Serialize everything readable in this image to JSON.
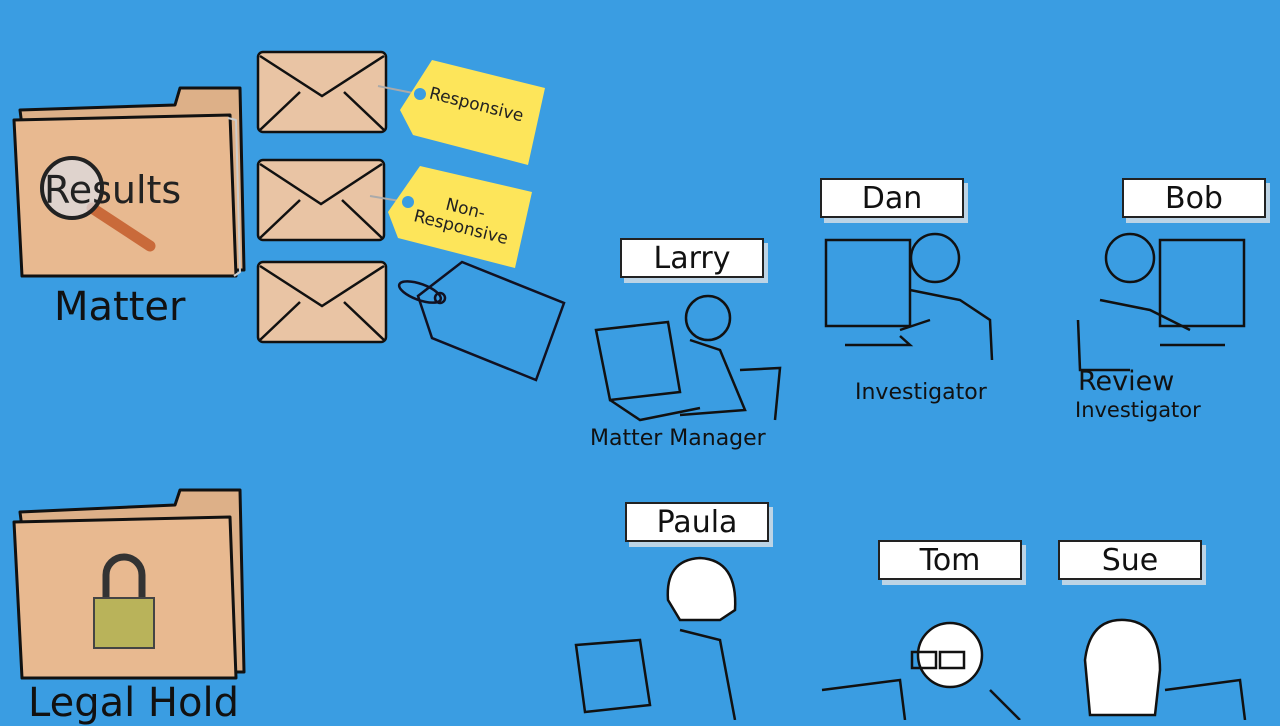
{
  "folders": {
    "matter": {
      "inner_label": "Results",
      "caption": "Matter"
    },
    "legal_hold": {
      "caption": "Legal Hold"
    }
  },
  "tags": [
    {
      "label": "Responsive",
      "color": "#fde55a"
    },
    {
      "label_line1": "Non-",
      "label_line2": "Responsive",
      "color": "#fde55a"
    },
    {
      "label": "",
      "color": "#3a9de2"
    }
  ],
  "people": {
    "larry": {
      "name": "Larry",
      "role": "Matter Manager"
    },
    "dan": {
      "name": "Dan",
      "role": "Investigator"
    },
    "bob": {
      "name": "Bob",
      "role_line1": "Review",
      "role_line2": "Investigator"
    },
    "paula": {
      "name": "Paula"
    },
    "tom": {
      "name": "Tom"
    },
    "sue": {
      "name": "Sue"
    }
  },
  "colors": {
    "background": "#3a9de2",
    "folder": "#e8b990",
    "envelope": "#e9c4a4",
    "lock": "#b9b35a"
  }
}
